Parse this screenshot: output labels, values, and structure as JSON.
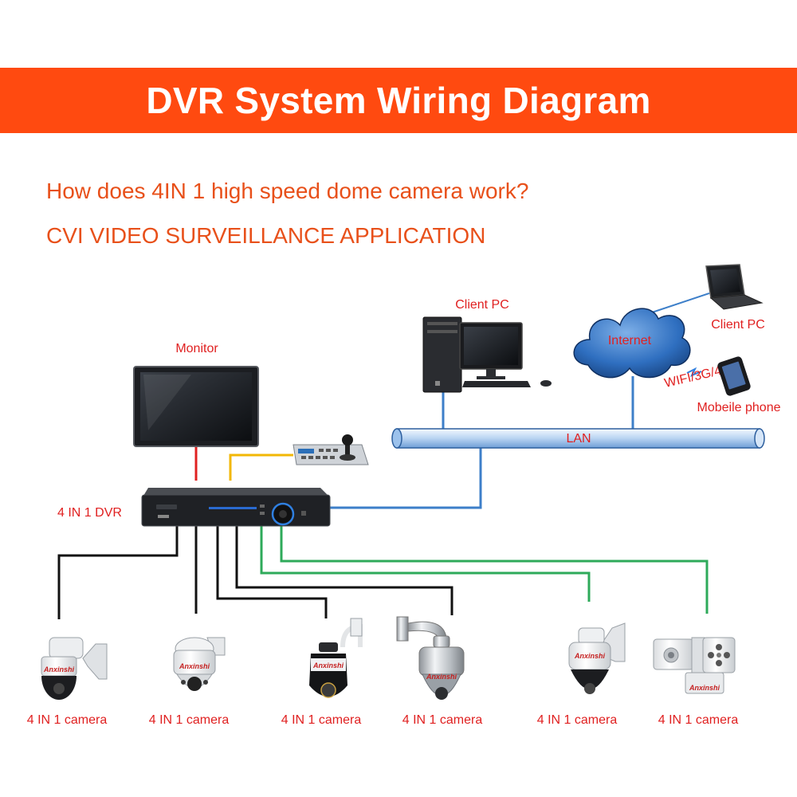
{
  "title": "DVR System Wiring Diagram",
  "subtitle_question": "How does 4IN 1 high speed dome camera work?",
  "subtitle_application": "CVI VIDEO SURVEILLANCE APPLICATION",
  "colors": {
    "banner": "#ff4a10",
    "subtitle_text": "#e8501a",
    "label_text": "#e02020",
    "lan_line": "#3d7fc9",
    "camera_line_black": "#111111",
    "camera_line_green": "#2eaa5a",
    "monitor_line": "#e02020",
    "keyboard_line": "#f2b705"
  },
  "labels": {
    "monitor": "Monitor",
    "dvr": "4 IN 1 DVR",
    "client_pc_desktop": "Client PC",
    "client_pc_laptop": "Client PC",
    "internet": "Internet",
    "wireless": "WIFI/3G/4G",
    "mobile": "Mobeile phone",
    "lan": "LAN"
  },
  "brand": "Anxinshi",
  "cameras": [
    {
      "label": "4 IN 1 camera",
      "icon": "mini-ptz-dome-icon"
    },
    {
      "label": "4 IN 1 camera",
      "icon": "ir-speed-dome-icon"
    },
    {
      "label": "4 IN 1 camera",
      "icon": "black-speed-dome-icon"
    },
    {
      "label": "4 IN 1 camera",
      "icon": "stainless-speed-dome-icon"
    },
    {
      "label": "4 IN 1 camera",
      "icon": "white-speed-dome-icon"
    },
    {
      "label": "4 IN 1 camera",
      "icon": "ptz-laser-camera-icon"
    }
  ]
}
